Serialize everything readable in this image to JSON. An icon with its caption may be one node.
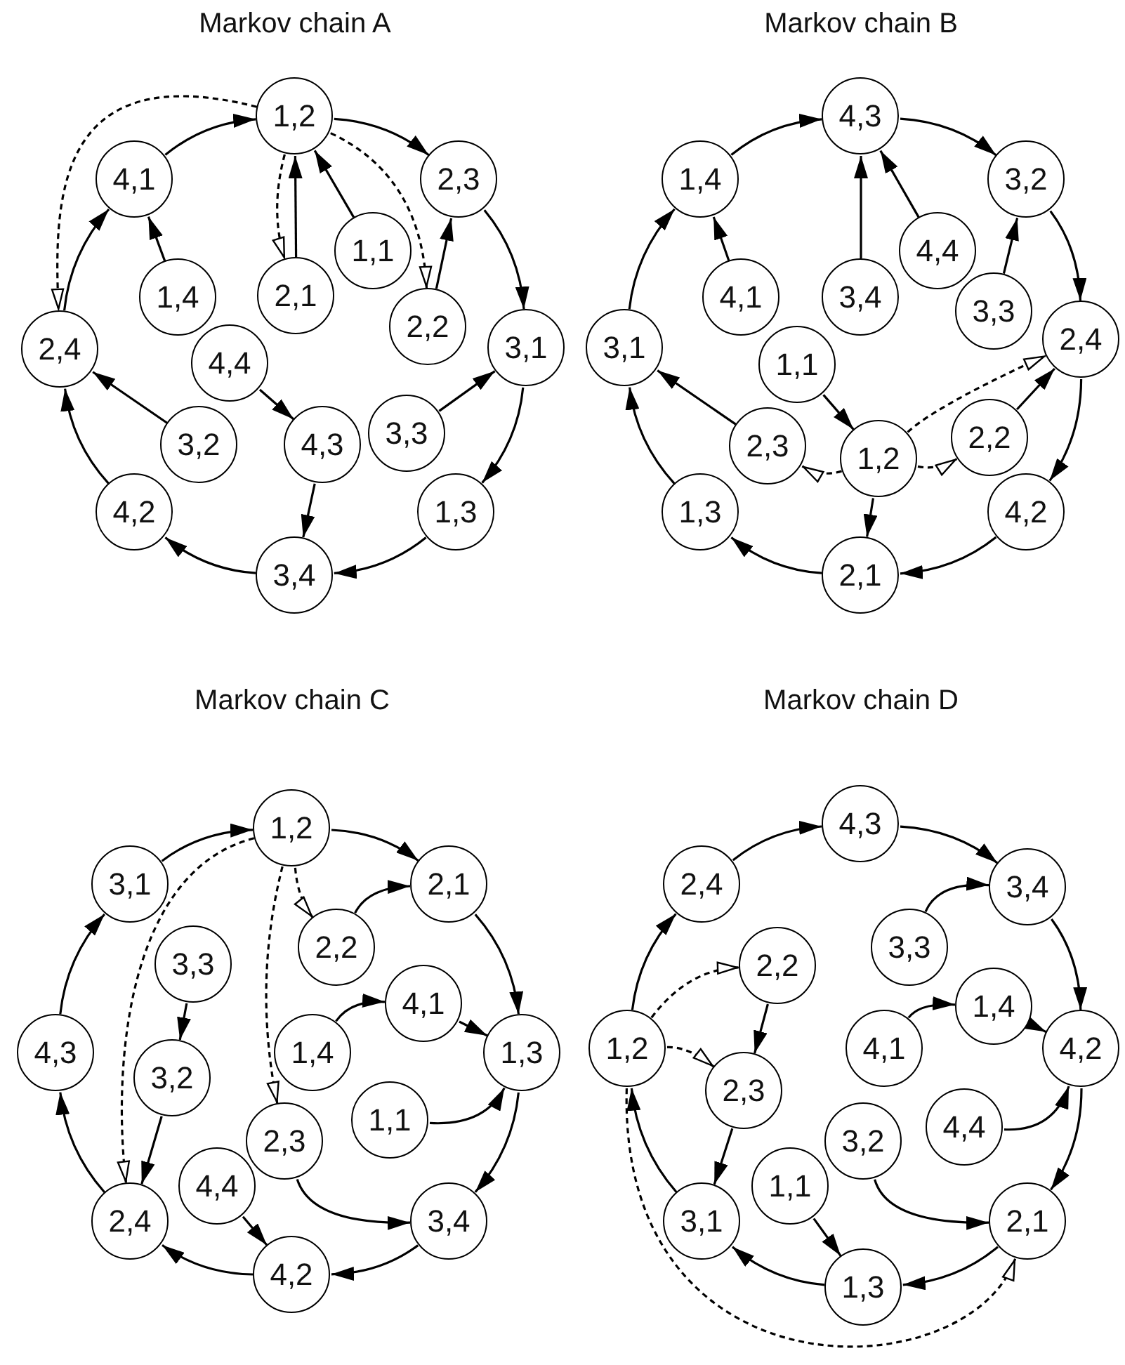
{
  "diagram": {
    "nodes": [
      {
        "text": [
          "1,2"
        ]
      },
      {
        "text": [
          "4,1"
        ]
      },
      {
        "text": [
          "2,3"
        ]
      },
      {
        "text": [
          "1,1"
        ]
      },
      {
        "text": [
          "1,4"
        ]
      },
      {
        "text": [
          "2,1"
        ]
      },
      {
        "text": [
          "2,2"
        ]
      },
      {
        "text": [
          "3,1"
        ]
      },
      {
        "text": [
          "2,4"
        ]
      },
      {
        "text": [
          "4,4"
        ]
      },
      {
        "text": [
          "3,3"
        ]
      },
      {
        "text": [
          "3,2"
        ]
      },
      {
        "text": [
          "4,3"
        ]
      },
      {
        "text": [
          "4,2"
        ]
      },
      {
        "text": [
          "1,3"
        ]
      },
      {
        "text": [
          "3,4"
        ]
      },
      {
        "text": [
          "4,3"
        ]
      },
      {
        "text": [
          "1,4"
        ]
      },
      {
        "text": [
          "3,2"
        ]
      },
      {
        "text": [
          "4,4"
        ]
      },
      {
        "text": [
          "4,1"
        ]
      },
      {
        "text": [
          "3,4"
        ]
      },
      {
        "text": [
          "3,3"
        ]
      },
      {
        "text": [
          "2,4"
        ]
      },
      {
        "text": [
          "3,1"
        ]
      },
      {
        "text": [
          "1,1"
        ]
      },
      {
        "text": [
          "2,2"
        ]
      },
      {
        "text": [
          "2,3"
        ]
      },
      {
        "text": [
          "1,2"
        ]
      },
      {
        "text": [
          "1,3"
        ]
      },
      {
        "text": [
          "4,2"
        ]
      },
      {
        "text": [
          "2,1"
        ]
      },
      {
        "text": [
          "1,2"
        ]
      },
      {
        "text": [
          "3,1"
        ]
      },
      {
        "text": [
          "2,1"
        ]
      },
      {
        "text": [
          "2,2"
        ]
      },
      {
        "text": [
          "3,3"
        ]
      },
      {
        "text": [
          "4,1"
        ]
      },
      {
        "text": [
          "4,3"
        ]
      },
      {
        "text": [
          "1,4"
        ]
      },
      {
        "text": [
          "1,3"
        ]
      },
      {
        "text": [
          "3,2"
        ]
      },
      {
        "text": [
          "1,1"
        ]
      },
      {
        "text": [
          "2,3"
        ]
      },
      {
        "text": [
          "4,4"
        ]
      },
      {
        "text": [
          "2,4"
        ]
      },
      {
        "text": [
          "3,4"
        ]
      },
      {
        "text": [
          "4,2"
        ]
      },
      {
        "text": [
          "4,3"
        ]
      },
      {
        "text": [
          "2,4"
        ]
      },
      {
        "text": [
          "3,4"
        ]
      },
      {
        "text": [
          "3,3"
        ]
      },
      {
        "text": [
          "2,2"
        ]
      },
      {
        "text": [
          "1,4"
        ]
      },
      {
        "text": [
          "1,2"
        ]
      },
      {
        "text": [
          "4,1"
        ]
      },
      {
        "text": [
          "4,2"
        ]
      },
      {
        "text": [
          "2,3"
        ]
      },
      {
        "text": [
          "4,4"
        ]
      },
      {
        "text": [
          "3,2"
        ]
      },
      {
        "text": [
          "1,1"
        ]
      },
      {
        "text": [
          "3,1"
        ]
      },
      {
        "text": [
          "2,1"
        ]
      },
      {
        "text": [
          "1,3"
        ]
      }
    ],
    "edges": [
      {
        "from": 1,
        "to": 0,
        "arrow": "to"
      },
      {
        "from": 0,
        "to": 2,
        "arrow": "to"
      },
      {
        "from": 2,
        "to": 7,
        "arrow": "to"
      },
      {
        "from": 7,
        "to": 14,
        "arrow": "to"
      },
      {
        "from": 14,
        "to": 15,
        "arrow": "to"
      },
      {
        "from": 15,
        "to": 13,
        "arrow": "to"
      },
      {
        "from": 13,
        "to": 8,
        "arrow": "to"
      },
      {
        "from": 8,
        "to": 1,
        "arrow": "to"
      },
      {
        "from": 4,
        "to": 1,
        "arrow": "to"
      },
      {
        "from": 5,
        "to": 0,
        "arrow": "to"
      },
      {
        "from": 3,
        "to": 0,
        "arrow": "to"
      },
      {
        "from": 6,
        "to": 2,
        "arrow": "to"
      },
      {
        "from": 9,
        "to": 12,
        "arrow": "to"
      },
      {
        "from": 12,
        "to": 15,
        "arrow": "to"
      },
      {
        "from": 11,
        "to": 8,
        "arrow": "to"
      },
      {
        "from": 10,
        "to": 7,
        "arrow": "to"
      },
      {
        "from": 0,
        "to": 8,
        "arrow": "to",
        "style": "dashed"
      },
      {
        "from": 0,
        "to": 5,
        "arrow": "to",
        "style": "dashed"
      },
      {
        "from": 0,
        "to": 6,
        "arrow": "to",
        "style": "dashed"
      },
      {
        "from": 17,
        "to": 16,
        "arrow": "to"
      },
      {
        "from": 16,
        "to": 18,
        "arrow": "to"
      },
      {
        "from": 18,
        "to": 23,
        "arrow": "to"
      },
      {
        "from": 23,
        "to": 30,
        "arrow": "to"
      },
      {
        "from": 30,
        "to": 31,
        "arrow": "to"
      },
      {
        "from": 31,
        "to": 29,
        "arrow": "to"
      },
      {
        "from": 29,
        "to": 24,
        "arrow": "to"
      },
      {
        "from": 24,
        "to": 17,
        "arrow": "to"
      },
      {
        "from": 20,
        "to": 17,
        "arrow": "to"
      },
      {
        "from": 21,
        "to": 16,
        "arrow": "to"
      },
      {
        "from": 19,
        "to": 16,
        "arrow": "to"
      },
      {
        "from": 22,
        "to": 18,
        "arrow": "to"
      },
      {
        "from": 26,
        "to": 23,
        "arrow": "to"
      },
      {
        "from": 25,
        "to": 28,
        "arrow": "to"
      },
      {
        "from": 28,
        "to": 31,
        "arrow": "to"
      },
      {
        "from": 27,
        "to": 24,
        "arrow": "to"
      },
      {
        "from": 28,
        "to": 23,
        "arrow": "to",
        "style": "dashed"
      },
      {
        "from": 28,
        "to": 27,
        "arrow": "to",
        "style": "dashed"
      },
      {
        "from": 28,
        "to": 26,
        "arrow": "to",
        "style": "dashed"
      },
      {
        "from": 33,
        "to": 32,
        "arrow": "to"
      },
      {
        "from": 32,
        "to": 34,
        "arrow": "to"
      },
      {
        "from": 34,
        "to": 40,
        "arrow": "to"
      },
      {
        "from": 40,
        "to": 46,
        "arrow": "to"
      },
      {
        "from": 46,
        "to": 47,
        "arrow": "to"
      },
      {
        "from": 47,
        "to": 45,
        "arrow": "to"
      },
      {
        "from": 45,
        "to": 38,
        "arrow": "to"
      },
      {
        "from": 38,
        "to": 33,
        "arrow": "to"
      },
      {
        "from": 35,
        "to": 34,
        "arrow": "to"
      },
      {
        "from": 39,
        "to": 37,
        "arrow": "to"
      },
      {
        "from": 37,
        "to": 40,
        "arrow": "to"
      },
      {
        "from": 42,
        "to": 40,
        "arrow": "to"
      },
      {
        "from": 43,
        "to": 46,
        "arrow": "to"
      },
      {
        "from": 44,
        "to": 47,
        "arrow": "to"
      },
      {
        "from": 36,
        "to": 41,
        "arrow": "to"
      },
      {
        "from": 41,
        "to": 45,
        "arrow": "to"
      },
      {
        "from": 32,
        "to": 35,
        "arrow": "to",
        "style": "dashed"
      },
      {
        "from": 32,
        "to": 43,
        "arrow": "to",
        "style": "dashed"
      },
      {
        "from": 32,
        "to": 45,
        "arrow": "to",
        "style": "dashed"
      },
      {
        "from": 49,
        "to": 48,
        "arrow": "to"
      },
      {
        "from": 48,
        "to": 50,
        "arrow": "to"
      },
      {
        "from": 50,
        "to": 56,
        "arrow": "to"
      },
      {
        "from": 56,
        "to": 62,
        "arrow": "to"
      },
      {
        "from": 62,
        "to": 63,
        "arrow": "to"
      },
      {
        "from": 63,
        "to": 61,
        "arrow": "to"
      },
      {
        "from": 61,
        "to": 54,
        "arrow": "to"
      },
      {
        "from": 54,
        "to": 49,
        "arrow": "to"
      },
      {
        "from": 51,
        "to": 50,
        "arrow": "to"
      },
      {
        "from": 55,
        "to": 53,
        "arrow": "to"
      },
      {
        "from": 53,
        "to": 56,
        "arrow": "to"
      },
      {
        "from": 58,
        "to": 56,
        "arrow": "to"
      },
      {
        "from": 59,
        "to": 62,
        "arrow": "to"
      },
      {
        "from": 60,
        "to": 63,
        "arrow": "to"
      },
      {
        "from": 52,
        "to": 57,
        "arrow": "to"
      },
      {
        "from": 57,
        "to": 61,
        "arrow": "to"
      },
      {
        "from": 54,
        "to": 52,
        "arrow": "to",
        "style": "dashed"
      },
      {
        "from": 54,
        "to": 57,
        "arrow": "to",
        "style": "dashed"
      },
      {
        "from": 54,
        "to": 62,
        "arrow": "to",
        "style": "dashed"
      }
    ],
    "labels": [
      "Markov chain A",
      "Markov chain B",
      "Markov chain C",
      "Markov chain D"
    ]
  }
}
